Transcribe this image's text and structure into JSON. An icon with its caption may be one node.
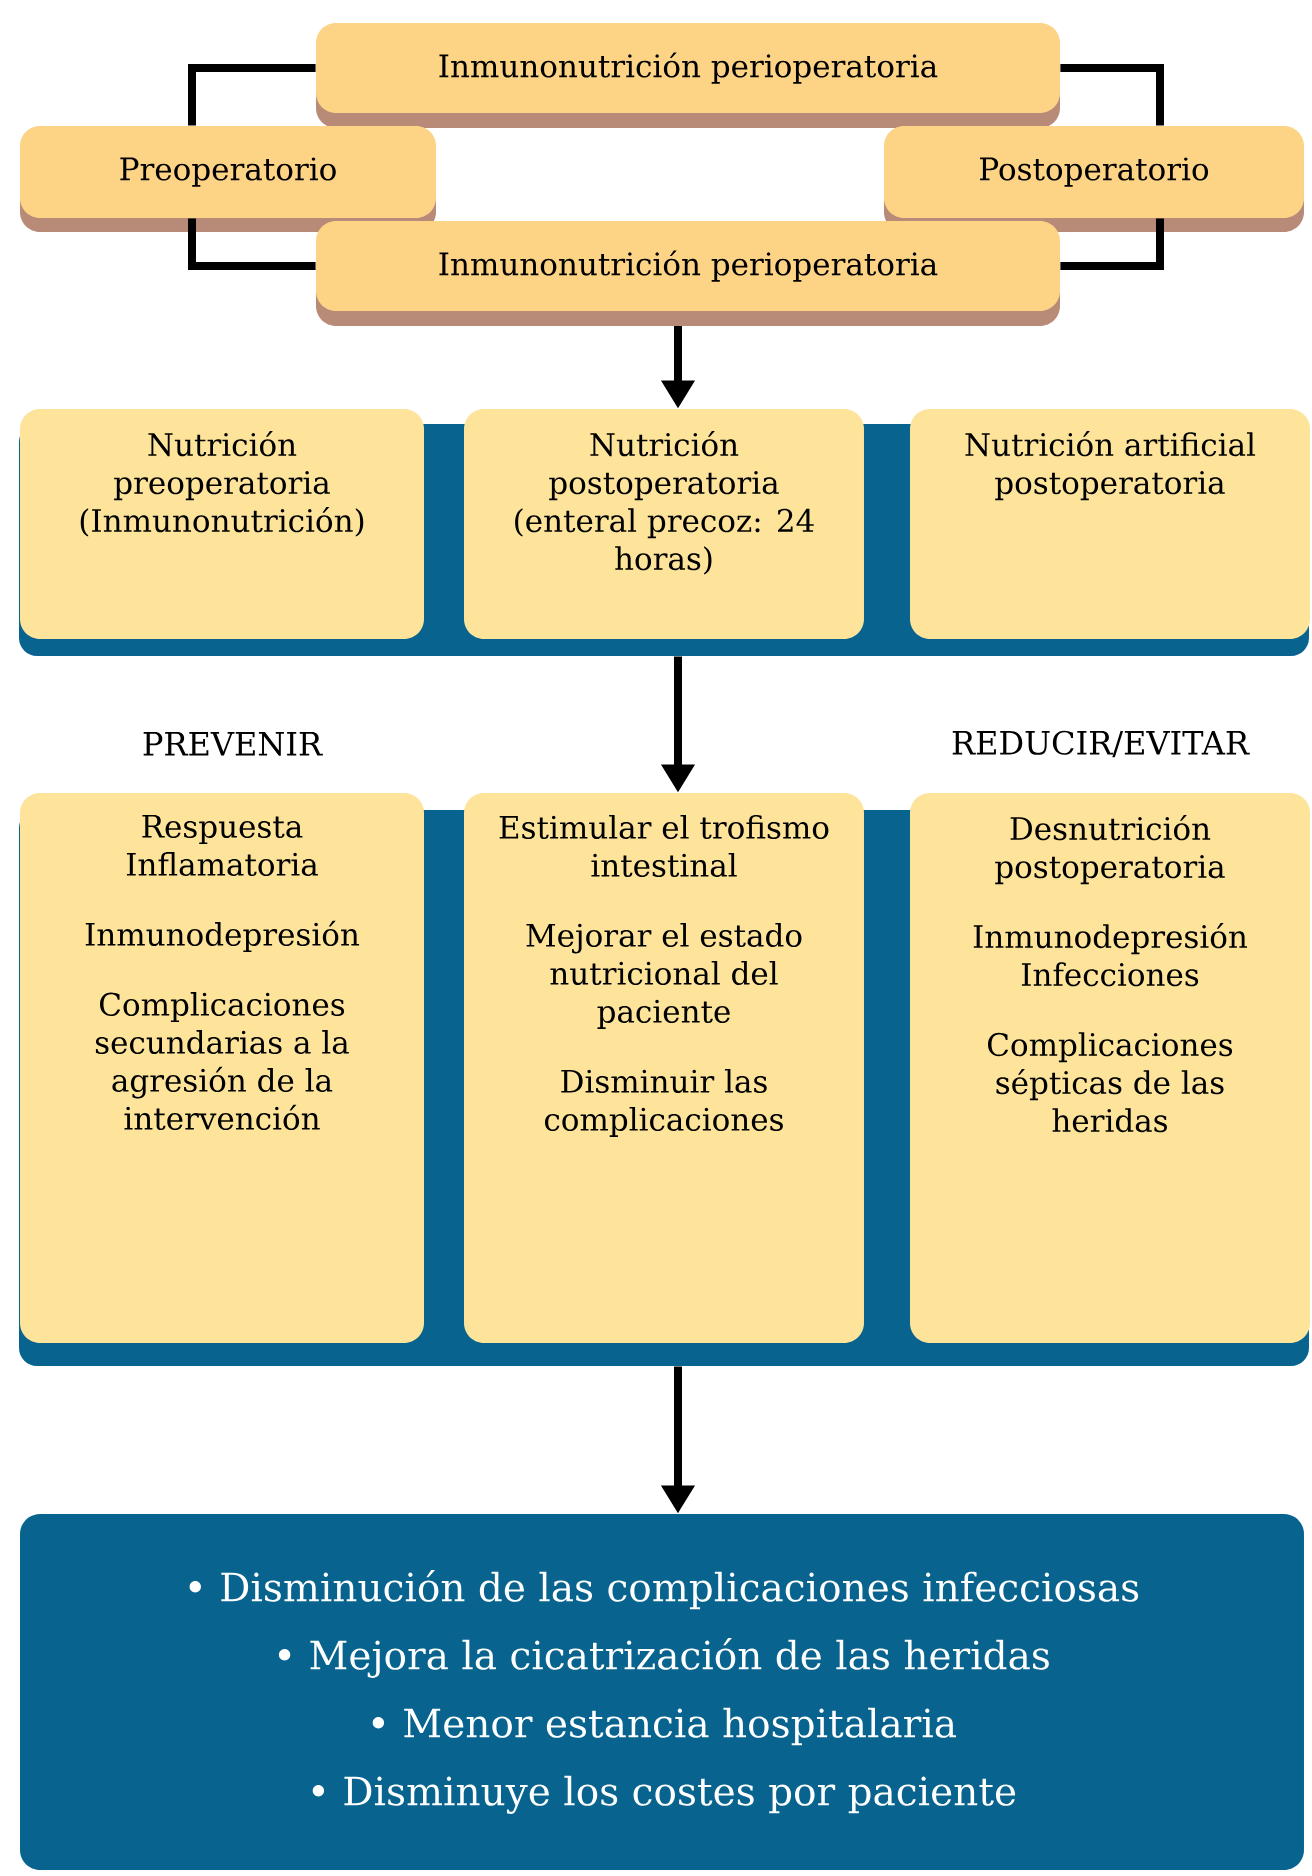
{
  "diagram": {
    "nodes": [
      {
        "text": [
          "Inmunonutrición perioperatoria"
        ]
      },
      {
        "text": [
          "Preoperatorio"
        ]
      },
      {
        "text": [
          "Postoperatorio"
        ]
      },
      {
        "text": [
          "Inmunonutrición perioperatoria"
        ]
      },
      {
        "text": [],
        "shape": "box"
      },
      {
        "text": [
          "Nutrición preoperatoria (Inmunonutrición)"
        ],
        "in": 4
      },
      {
        "text": [
          "Nutrición postoperatoria (enteral precoz: 24 horas)"
        ],
        "in": 4
      },
      {
        "text": [
          "Nutrición artificial postoperatoria"
        ],
        "in": 4
      },
      {
        "text": [],
        "shape": "box"
      },
      {
        "text": [
          "Respuesta Inflamatoria",
          "Inmunodepresión",
          "Complicaciones secundarias a la agresión de la intervención"
        ],
        "in": 8
      },
      {
        "text": [
          "Estimular el trofismo intestinal",
          "Mejorar el estado nutricional del paciente",
          "Disminuir las complicaciones"
        ],
        "in": 8
      },
      {
        "text": [
          "Desnutrición postoperatoria",
          "Inmunodepresión Infecciones",
          "Complicaciones sépticas de las heridas"
        ],
        "in": 8
      },
      {
        "text": [
          "• Disminución de las complicaciones infecciosas",
          "• Mejora la cicatrización de las heridas",
          "• Menor estancia hospitalaria",
          "• Disminuye los costes por paciente"
        ]
      }
    ],
    "edges": [
      {
        "from": 1,
        "to": 0,
        "arrow": "none"
      },
      {
        "from": 0,
        "to": 2,
        "arrow": "none"
      },
      {
        "from": 1,
        "to": 3,
        "arrow": "none"
      },
      {
        "from": 3,
        "to": 2,
        "arrow": "none"
      },
      {
        "from": 3,
        "to": 6,
        "arrow": "to"
      },
      {
        "from": 4,
        "to": 10,
        "arrow": "to"
      },
      {
        "from": 8,
        "to": 12,
        "arrow": "to"
      }
    ],
    "labels": [
      "PREVENIR",
      "REDUCIR/EVITAR"
    ]
  }
}
